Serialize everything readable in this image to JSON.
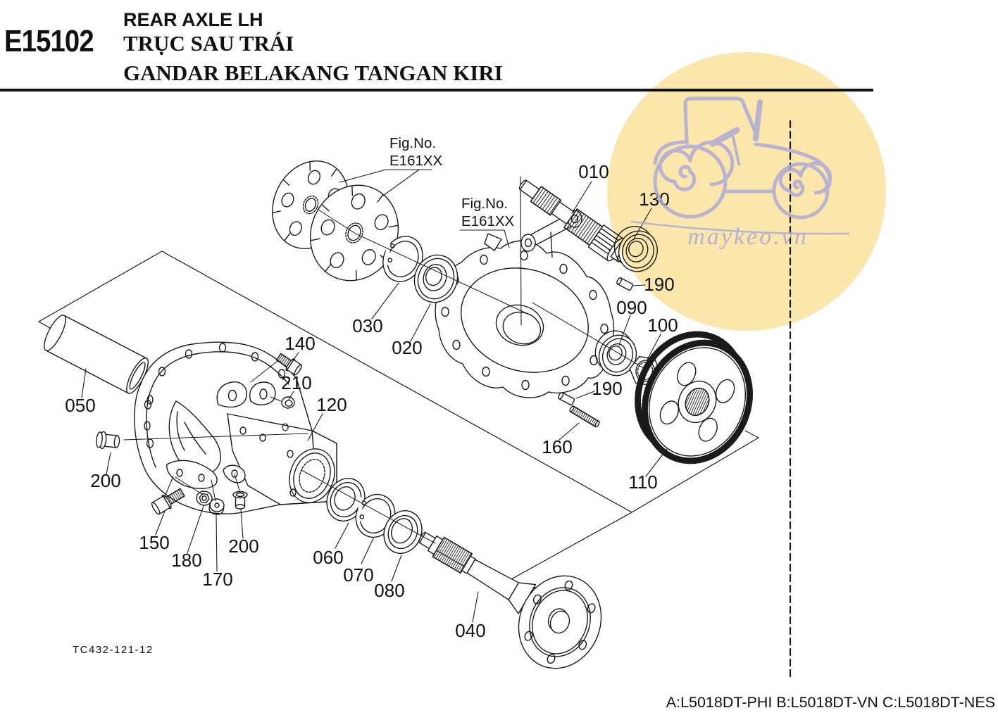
{
  "header": {
    "code": "E15102",
    "title_en": "REAR AXLE LH",
    "title_vi": "TRỤC SAU TRÁI",
    "title_id": "GANDAR BELAKANG TANGAN KIRI"
  },
  "figure_refs": [
    {
      "line1": "Fig.No.",
      "line2": "E161XX"
    },
    {
      "line1": "Fig.No.",
      "line2": "E161XX"
    }
  ],
  "callouts": [
    {
      "label": "010"
    },
    {
      "label": "130"
    },
    {
      "label": "190"
    },
    {
      "label": "090"
    },
    {
      "label": "100"
    },
    {
      "label": "030"
    },
    {
      "label": "020"
    },
    {
      "label": "140"
    },
    {
      "label": "210"
    },
    {
      "label": "120"
    },
    {
      "label": "050"
    },
    {
      "label": "190"
    },
    {
      "label": "160"
    },
    {
      "label": "110"
    },
    {
      "label": "200"
    },
    {
      "label": "150"
    },
    {
      "label": "180"
    },
    {
      "label": "170"
    },
    {
      "label": "200"
    },
    {
      "label": "060"
    },
    {
      "label": "070"
    },
    {
      "label": "080"
    },
    {
      "label": "040"
    }
  ],
  "drawing_code": "TC432-121-12",
  "footer": {
    "models": "A:L5018DT-PHI B:L5018DT-VN C:L5018DT-NES"
  },
  "watermark": {
    "text": "maykeo.vn",
    "circle_color": "#FBE6AC",
    "art_color": "#ABA8D8"
  },
  "colors": {
    "line": "#1a1a1a",
    "background": "#ffffff"
  }
}
